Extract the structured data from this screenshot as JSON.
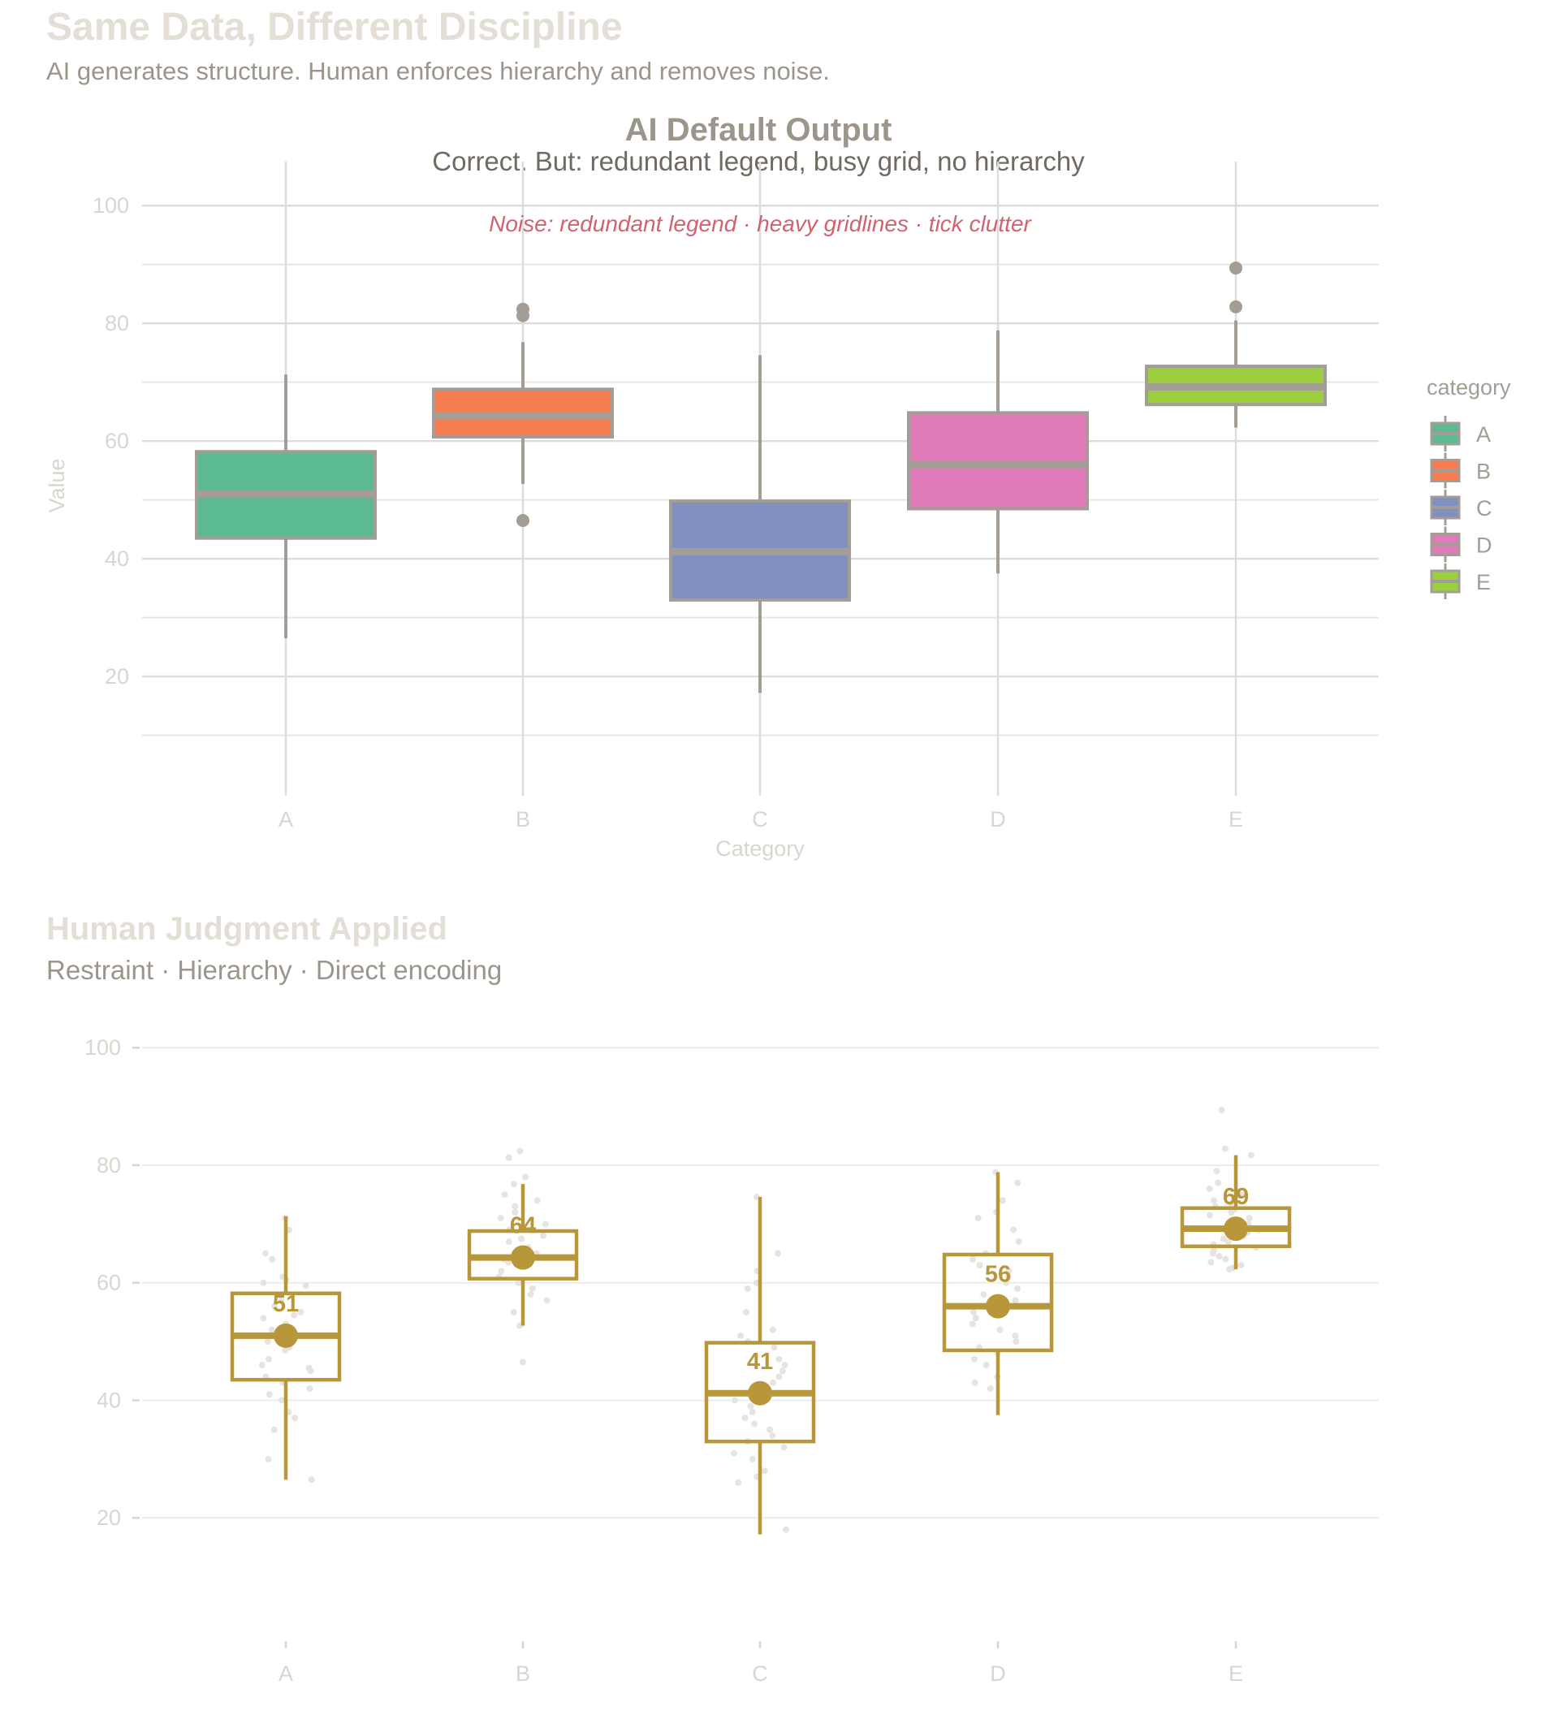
{
  "header": {
    "title": "Same Data, Different Discipline",
    "subtitle": "AI generates structure. Human enforces hierarchy and removes noise."
  },
  "colors": {
    "gold": "#b8963a",
    "box_outline_grey": "#a39d95",
    "noise_red": "#d0636e",
    "axis_text": "#d9d6d0",
    "grid": "#dcdcdc",
    "cat_A": "#5cba93",
    "cat_B": "#f67c52",
    "cat_C": "#8090c1",
    "cat_D": "#e07ab8",
    "cat_E": "#9ccf3f"
  },
  "chart_data": [
    {
      "type": "box",
      "title": "AI Default Output",
      "subtitle": "Correct. But: redundant legend, busy grid, no hierarchy",
      "annotation": "Noise: redundant legend · heavy gridlines · tick clutter",
      "xlabel": "Category",
      "ylabel": "Value",
      "ylim": [
        0,
        105
      ],
      "y_ticks": [
        20,
        40,
        60,
        80,
        100
      ],
      "grid": "major and minor, both axes",
      "legend": {
        "title": "category",
        "placement": "right",
        "entries": [
          "A",
          "B",
          "C",
          "D",
          "E"
        ]
      },
      "categories": [
        "A",
        "B",
        "C",
        "D",
        "E"
      ],
      "boxes": [
        {
          "category": "A",
          "q1": 43.5,
          "median": 51,
          "q3": 58.2,
          "whisker_low": 26.5,
          "whisker_high": 71.3,
          "outliers": []
        },
        {
          "category": "B",
          "q1": 60.7,
          "median": 64.3,
          "q3": 68.8,
          "whisker_low": 52.7,
          "whisker_high": 76.8,
          "outliers": [
            46.5,
            81.3,
            82.4
          ]
        },
        {
          "category": "C",
          "q1": 33,
          "median": 41.2,
          "q3": 49.8,
          "whisker_low": 17.2,
          "whisker_high": 74.6,
          "outliers": []
        },
        {
          "category": "D",
          "q1": 48.5,
          "median": 56,
          "q3": 64.8,
          "whisker_low": 37.5,
          "whisker_high": 78.8,
          "outliers": []
        },
        {
          "category": "E",
          "q1": 66.2,
          "median": 69.2,
          "q3": 72.7,
          "whisker_low": 62.3,
          "whisker_high": 80.5,
          "outliers": [
            82.8,
            89.4
          ]
        }
      ]
    },
    {
      "type": "box",
      "title": "Human Judgment Applied",
      "subtitle": "Restraint · Hierarchy · Direct encoding",
      "xlabel": "",
      "ylabel": "",
      "ylim": [
        0,
        105
      ],
      "y_ticks": [
        20,
        40,
        60,
        80,
        100
      ],
      "grid": "major horizontal only",
      "legend": null,
      "categories": [
        "A",
        "B",
        "C",
        "D",
        "E"
      ],
      "boxes": [
        {
          "category": "A",
          "q1": 43.5,
          "median": 51,
          "q3": 58.2,
          "whisker_low": 26.5,
          "whisker_high": 71.3,
          "mean": 51,
          "mean_label": "51"
        },
        {
          "category": "B",
          "q1": 60.7,
          "median": 64.3,
          "q3": 68.8,
          "whisker_low": 52.7,
          "whisker_high": 76.8,
          "mean": 64.3,
          "mean_label": "64"
        },
        {
          "category": "C",
          "q1": 33,
          "median": 41.2,
          "q3": 49.8,
          "whisker_low": 17.2,
          "whisker_high": 74.6,
          "mean": 41.2,
          "mean_label": "41"
        },
        {
          "category": "D",
          "q1": 48.5,
          "median": 56,
          "q3": 64.8,
          "whisker_low": 37.5,
          "whisker_high": 78.8,
          "mean": 56,
          "mean_label": "56"
        },
        {
          "category": "E",
          "q1": 66.2,
          "median": 69.2,
          "q3": 72.7,
          "whisker_low": 62.3,
          "whisker_high": 81.7,
          "mean": 69.2,
          "mean_label": "69"
        }
      ],
      "jitter_points": {
        "A": [
          71,
          69,
          65,
          64,
          61,
          60.5,
          60,
          59.5,
          58,
          57,
          56,
          55,
          54.5,
          54,
          53,
          52,
          51,
          50,
          49,
          48.5,
          47,
          46,
          45.5,
          45,
          44,
          43,
          42,
          41,
          40,
          38,
          37,
          35,
          30,
          26.5
        ],
        "B": [
          82.4,
          81.3,
          78,
          76.8,
          75,
          74,
          73,
          72,
          71,
          70,
          69,
          68,
          67.5,
          67,
          66,
          65.5,
          65,
          64.5,
          64,
          63.5,
          63,
          62,
          61,
          60,
          59,
          58,
          57,
          55,
          52.7,
          46.5
        ],
        "C": [
          74.6,
          65,
          62,
          60,
          59,
          55,
          52,
          51,
          50,
          49,
          47,
          46,
          45,
          44,
          43,
          42,
          41,
          40,
          39,
          38,
          37,
          36,
          35,
          34,
          33,
          32,
          31,
          30,
          28,
          27,
          26,
          18
        ],
        "D": [
          78.8,
          77,
          74,
          72,
          71,
          69,
          67,
          65,
          64,
          63,
          62,
          61,
          60,
          59,
          58,
          57,
          56,
          55,
          54,
          53,
          52,
          51,
          50,
          49,
          48,
          47,
          46,
          44,
          43,
          42
        ],
        "E": [
          89.4,
          82.8,
          81.7,
          79,
          77,
          76,
          75,
          74,
          73.5,
          73,
          72.5,
          72,
          71.5,
          71,
          70.5,
          70,
          69.5,
          69,
          68.5,
          68,
          67.5,
          67,
          66.5,
          66,
          65.5,
          65,
          64.5,
          64,
          63.5,
          63,
          62.5,
          62.3
        ]
      }
    }
  ]
}
